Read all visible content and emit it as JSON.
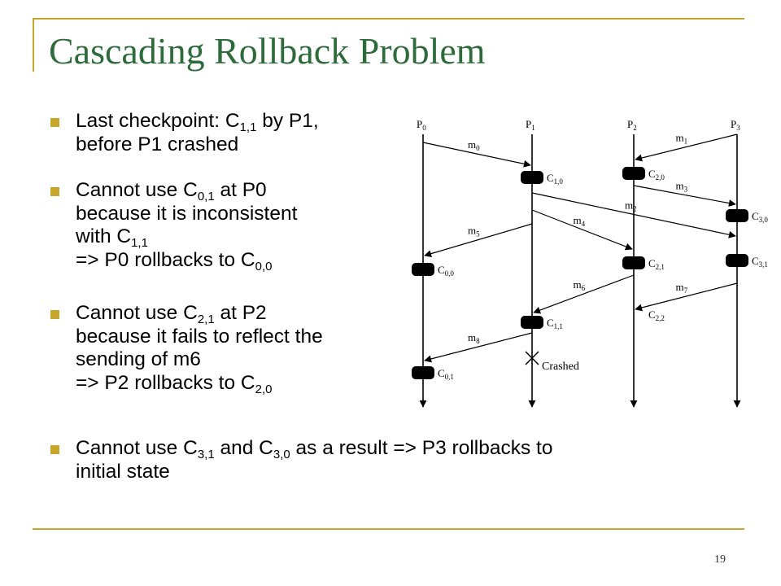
{
  "slide": {
    "title": "Cascading Rollback Problem",
    "page_number": "19",
    "accent_color": "#c8a52b",
    "title_color": "#2e6b3a"
  },
  "bullets": [
    {
      "lines": [
        [
          "Last checkpoint: C",
          "1,1",
          " by P1,"
        ],
        [
          "before P1 crashed"
        ]
      ]
    },
    {
      "lines": [
        [
          "Cannot use C",
          "0,1",
          " at P0"
        ],
        [
          "because it is inconsistent"
        ],
        [
          "with C",
          "1,1"
        ],
        [
          "=> P0 rollbacks to C",
          "0,0"
        ]
      ]
    },
    {
      "lines": [
        [
          "Cannot use C",
          "2,1",
          " at P2"
        ],
        [
          "because it fails to reflect the"
        ],
        [
          "sending of m6"
        ],
        [
          "=> P2 rollbacks to C",
          "2,0"
        ]
      ]
    },
    {
      "lines": [
        [
          "Cannot use C",
          "3,1",
          " and C",
          "3,0",
          " as a result => P3 rollbacks to"
        ],
        [
          "initial state"
        ]
      ]
    }
  ],
  "diagram": {
    "processes": [
      {
        "id": "P",
        "sub": "0"
      },
      {
        "id": "P",
        "sub": "1"
      },
      {
        "id": "P",
        "sub": "2"
      },
      {
        "id": "P",
        "sub": "3"
      }
    ],
    "checkpoints": [
      {
        "proc": 1,
        "t": 218,
        "label": "C",
        "sub": "1,0"
      },
      {
        "proc": 2,
        "t": 213,
        "label": "C",
        "sub": "2,0"
      },
      {
        "proc": 3,
        "t": 265,
        "label": "C",
        "sub": "3,0"
      },
      {
        "proc": 0,
        "t": 331,
        "label": "C",
        "sub": "0,0"
      },
      {
        "proc": 2,
        "t": 323,
        "label": "C",
        "sub": "2,1"
      },
      {
        "proc": 3,
        "t": 320,
        "label": "C",
        "sub": "3,1"
      },
      {
        "proc": 1,
        "t": 396,
        "label": "C",
        "sub": "1,1"
      },
      {
        "proc": 0,
        "t": 458,
        "label": "C",
        "sub": "0,1"
      },
      {
        "proc": 2,
        "t": 386,
        "label": "C",
        "sub": "2,2",
        "no_box": true
      }
    ],
    "messages": [
      {
        "label": "m",
        "sub": "0",
        "from": 0,
        "t1": 175,
        "to": 1,
        "t2": 203
      },
      {
        "label": "m",
        "sub": "1",
        "from": 3,
        "t1": 165,
        "to": 2,
        "t2": 196
      },
      {
        "label": "m",
        "sub": "2",
        "from": 1,
        "t1": 237,
        "to": 3,
        "t2": 290
      },
      {
        "label": "m",
        "sub": "3",
        "from": 2,
        "t1": 228,
        "to": 3,
        "t2": 251
      },
      {
        "label": "m",
        "sub": "4",
        "from": 1,
        "t1": 258,
        "to": 2,
        "t2": 306
      },
      {
        "label": "m",
        "sub": "5",
        "from": 1,
        "t1": 275,
        "to": 0,
        "t2": 314
      },
      {
        "label": "m",
        "sub": "6",
        "from": 2,
        "t1": 338,
        "to": 1,
        "t2": 384
      },
      {
        "label": "m",
        "sub": "7",
        "from": 3,
        "t1": 348,
        "to": 2,
        "t2": 380
      },
      {
        "label": "m",
        "sub": "8",
        "from": 1,
        "t1": 409,
        "to": 0,
        "t2": 443
      }
    ],
    "crash": {
      "proc": 1,
      "t": 440,
      "label": "Crashed"
    }
  }
}
